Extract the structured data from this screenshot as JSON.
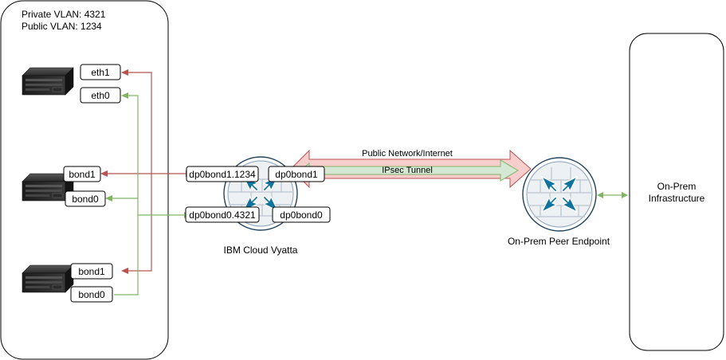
{
  "vlan_info": {
    "private": "Private VLAN: 4321",
    "public": "Public VLAN: 1234"
  },
  "servers": [
    {
      "icon": "server-icon",
      "labels": [
        "eth1",
        "eth0"
      ]
    },
    {
      "icon": "server-icon",
      "labels": [
        "bond1",
        "bond0"
      ]
    },
    {
      "icon": "server-icon",
      "labels": [
        "bond1",
        "bond0"
      ]
    }
  ],
  "vyatta": {
    "icon": "firewall-router-icon",
    "name": "IBM Cloud Vyatta",
    "interfaces": {
      "public_vif": "dp0bond1.1234",
      "public_bond": "dp0bond1",
      "private_vif": "dp0bond0.4321",
      "private_bond": "dp0bond0"
    }
  },
  "tunnel": {
    "outer": "Public Network/Internet",
    "inner": "IPsec Tunnel"
  },
  "peer": {
    "icon": "firewall-router-icon",
    "name": "On-Prem Peer Endpoint"
  },
  "onprem": {
    "line1": "On-Prem",
    "line2": "Infrastructure"
  },
  "colors": {
    "public_link": "#b85450",
    "private_link": "#82b366",
    "outer_arrow_fill": "#f8cecc",
    "inner_arrow_fill": "#d5e8d4",
    "firewall_blue": "#10739e"
  }
}
